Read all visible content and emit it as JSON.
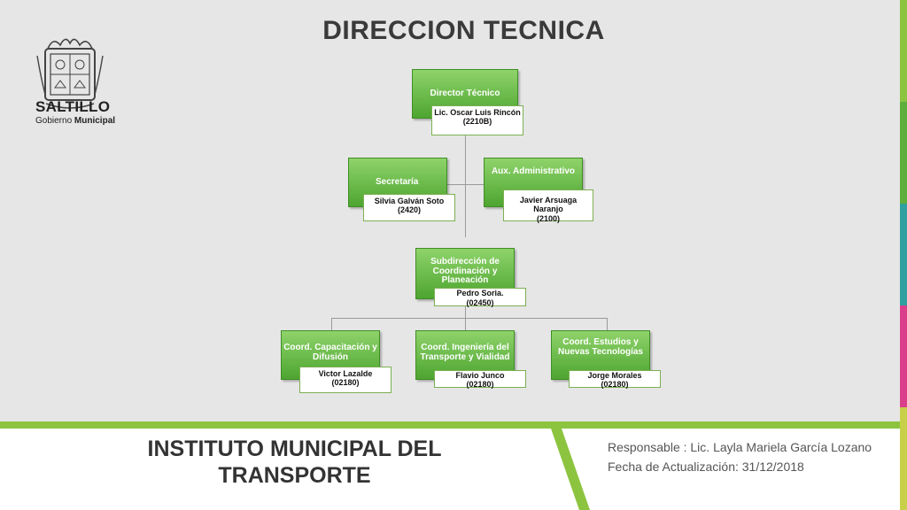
{
  "title": "DIRECCION TECNICA",
  "logo": {
    "name": "SALTILLO",
    "sub_prefix": "Gobierno ",
    "sub_bold": "Municipal",
    "icon": "coat-of-arms-icon"
  },
  "chart": {
    "director": {
      "title": "Director Técnico",
      "name": "Lic. Oscar Luis Rincón",
      "code": "(2210B)"
    },
    "secretaria": {
      "title": "Secretaría",
      "name": "Silvia Galván Soto",
      "code": "(2420)"
    },
    "aux": {
      "title": "Aux. Administrativo",
      "name": "Javier Arsuaga Naranjo",
      "code": "(2100)"
    },
    "subdireccion": {
      "title": "Subdirección de Coordinación y Planeación",
      "name": "Pedro Soria.",
      "code": "(02450)"
    },
    "coord1": {
      "title": "Coord. Capacitación y Difusión",
      "name": "Victor Lazalde",
      "code": "(02180)"
    },
    "coord2": {
      "title": "Coord. Ingeniería del Transporte y Vialidad",
      "name": "Flavio Junco",
      "code": "(02180)"
    },
    "coord3": {
      "title": "Coord. Estudios y Nuevas Tecnologías",
      "name": "Jorge Morales",
      "code": "(02180)"
    }
  },
  "footer": {
    "institute_line1": "INSTITUTO MUNICIPAL DEL",
    "institute_line2": "TRANSPORTE",
    "responsible": "Responsable : Lic. Layla Mariela García Lozano",
    "updated": "Fecha de Actualización: 31/12/2018"
  },
  "colors": {
    "accent_green": "#8cc43f",
    "box_green_top": "#8fd36b",
    "box_green_bottom": "#4da530",
    "strip": [
      "#8cc43f",
      "#5fae3c",
      "#2fa0a0",
      "#d93f8a",
      "#c8d04a"
    ]
  }
}
